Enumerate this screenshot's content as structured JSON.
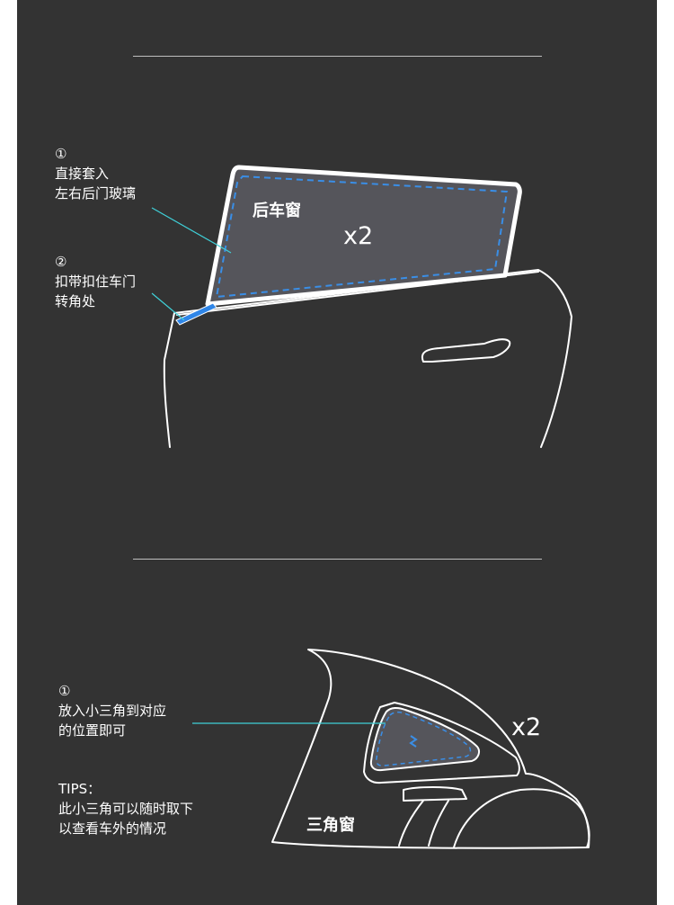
{
  "section_rear": {
    "step1_marker": "①",
    "step1_lines": [
      "直接套入",
      "左右后门玻璃"
    ],
    "step2_marker": "②",
    "step2_lines": [
      "扣带扣住车门",
      "转角处"
    ],
    "window_label": "后车窗",
    "qty_label": "x2"
  },
  "section_triangle": {
    "step1_marker": "①",
    "step1_lines": [
      "放入小三角到对应",
      "的位置即可"
    ],
    "tips_title": "TIPS：",
    "tips_lines": [
      "此小三角可以随时取下",
      "以查看车外的情况"
    ],
    "window_label": "三角窗",
    "qty_label": "x2"
  },
  "colors": {
    "background": "#333333",
    "line": "#ffffff",
    "panel_fill": "#55555b",
    "dash_blue": "#3a8ee6",
    "leader_cyan": "#3fd0d8",
    "strap_blue": "#2f86e8"
  }
}
